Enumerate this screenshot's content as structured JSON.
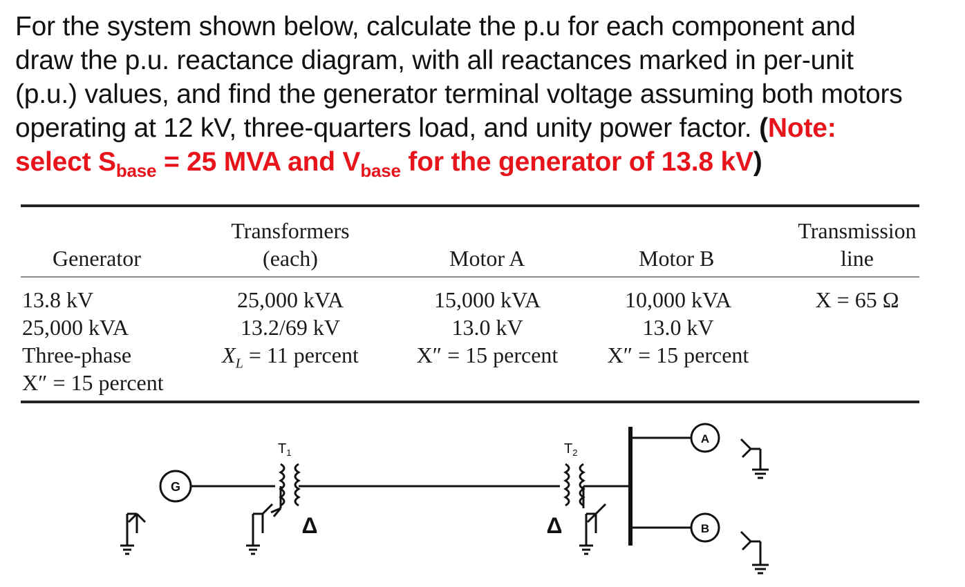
{
  "problem": {
    "line1": "For the system shown below, calculate the p.u for each component and",
    "line2": "draw the p.u. reactance diagram, with all reactances marked in per-unit",
    "line3": "(p.u.) values, and find the generator terminal voltage assuming both motors",
    "line4_text": "operating at 12 kV, three-quarters load, and unity power factor. ",
    "note_open_paren": "(",
    "note_label": "Note:",
    "note_part1": "select S",
    "note_sub1": "base",
    "note_part2": " = 25 MVA and V",
    "note_sub2": "base",
    "note_part3": " for the generator of 13.8 kV",
    "note_close_paren": ")"
  },
  "table": {
    "headers": {
      "generator": "Generator",
      "transformers_1": "Transformers",
      "transformers_2": "(each)",
      "motor_a": "Motor A",
      "motor_b": "Motor B",
      "line_1": "Transmission",
      "line_2": "line"
    },
    "generator": [
      "13.8 kV",
      "25,000 kVA",
      "Three-phase",
      "X″ = 15 percent"
    ],
    "transformers": [
      "25,000 kVA",
      "13.2/69 kV",
      "X",
      "L",
      " = 11 percent"
    ],
    "motor_a": [
      "15,000 kVA",
      "13.0 kV",
      "X″ = 15 percent"
    ],
    "motor_b": [
      "10,000 kVA",
      "13.0 kV",
      "X″ = 15 percent"
    ],
    "line": [
      "X = 65 Ω"
    ]
  },
  "diagram": {
    "generator_label": "G",
    "t1_label": "T",
    "t1_sub": "1",
    "t2_label": "T",
    "t2_sub": "2",
    "motor_a_label": "A",
    "motor_b_label": "B",
    "delta_symbol": "Δ"
  }
}
